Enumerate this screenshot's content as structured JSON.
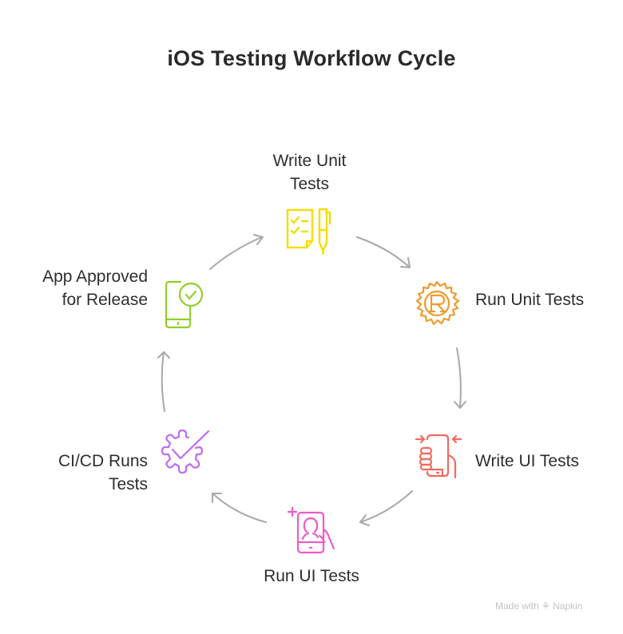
{
  "title": "iOS Testing Workflow Cycle",
  "colors": {
    "write_unit_tests": "#f2df00",
    "run_unit_tests": "#f2992e",
    "write_ui_tests": "#f26a5f",
    "run_ui_tests": "#ee5bc8",
    "cicd_runs_tests": "#c06cf0",
    "app_approved": "#8fd12a",
    "arrow": "#a8a8a8"
  },
  "steps": [
    {
      "id": "write-unit-tests",
      "label_lines": [
        "Write Unit",
        "Tests"
      ],
      "icon": "checklist-pen-icon"
    },
    {
      "id": "run-unit-tests",
      "label_lines": [
        "Run Unit Tests"
      ],
      "icon": "gear-r-badge-icon"
    },
    {
      "id": "write-ui-tests",
      "label_lines": [
        "Write UI Tests"
      ],
      "icon": "hand-phone-icon"
    },
    {
      "id": "run-ui-tests",
      "label_lines": [
        "Run UI Tests"
      ],
      "icon": "phone-profile-tap-icon"
    },
    {
      "id": "cicd-runs-tests",
      "label_lines": [
        "CI/CD Runs",
        "Tests"
      ],
      "icon": "gear-check-icon"
    },
    {
      "id": "app-approved",
      "label_lines": [
        "App Approved",
        "for Release"
      ],
      "icon": "phone-check-icon"
    }
  ],
  "watermark": "Made with ⚘ Napkin"
}
